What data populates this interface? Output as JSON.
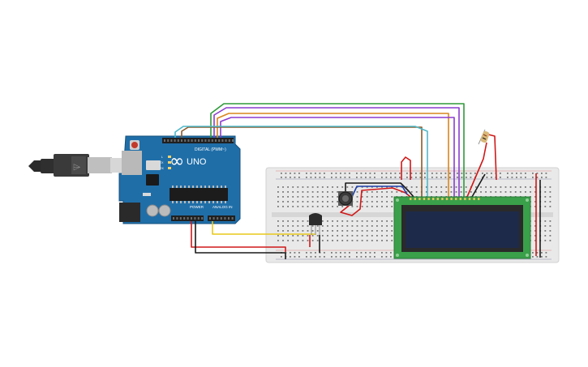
{
  "arduino": {
    "brand": "UNO",
    "logo_symbol": "∞",
    "digital_header": "DIGITAL (PWM~)",
    "power_header": "POWER",
    "analog_header": "ANALOG IN",
    "led_tx": "TX",
    "led_rx": "RX",
    "led_l": "L"
  },
  "lcd": {
    "type": "16x2 character LCD"
  },
  "colors": {
    "arduino_board": "#1f6ea8",
    "breadboard": "#e8e8e8",
    "lcd_pcb": "#3aa04a",
    "lcd_screen": "#1d2a4a",
    "wire_green": "#2e9a3a",
    "wire_purple": "#8a3ccf",
    "wire_orange": "#d9861c",
    "wire_cyan": "#4fb8c8",
    "wire_brown": "#8a5a2b",
    "wire_red": "#d01818",
    "wire_black": "#1a1a1a",
    "wire_yellow": "#e8c81a"
  },
  "components": [
    "usb-cable",
    "arduino-uno",
    "breadboard",
    "potentiometer",
    "temperature-sensor",
    "lcd-16x2",
    "resistor"
  ]
}
